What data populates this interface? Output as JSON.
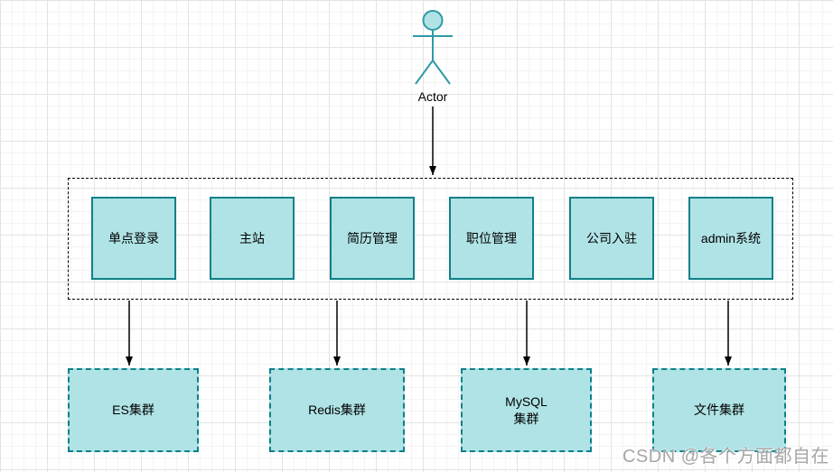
{
  "diagram": {
    "actor": {
      "label": "Actor"
    },
    "modules": {
      "items": [
        {
          "label": "单点登录"
        },
        {
          "label": "主站"
        },
        {
          "label": "简历管理"
        },
        {
          "label": "职位管理"
        },
        {
          "label": "公司入驻"
        },
        {
          "label": "admin系统"
        }
      ]
    },
    "clusters": {
      "items": [
        {
          "label": "ES集群"
        },
        {
          "label": "Redis集群"
        },
        {
          "label": "MySQL\n集群"
        },
        {
          "label": "文件集群"
        }
      ]
    },
    "edges": [
      {
        "from": "actor",
        "to": "modules-container"
      },
      {
        "from": "modules-container",
        "to": "ES集群"
      },
      {
        "from": "modules-container",
        "to": "Redis集群"
      },
      {
        "from": "modules-container",
        "to": "MySQL集群"
      },
      {
        "from": "modules-container",
        "to": "文件集群"
      }
    ],
    "colors": {
      "node_fill": "#b0e3e6",
      "node_stroke": "#0e8088",
      "actor_stroke": "#2f9aa5",
      "arrow_color": "#000000",
      "container_border": "#000000",
      "watermark_color": "#a6a6a6"
    }
  },
  "watermark": {
    "text": "CSDN @各个方面都自在"
  }
}
